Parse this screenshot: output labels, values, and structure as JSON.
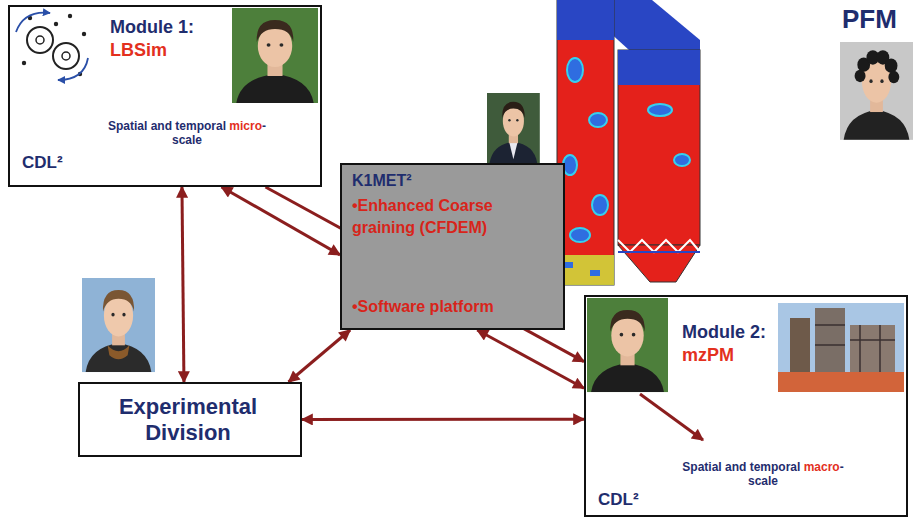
{
  "diagram": {
    "nodes": [
      {
        "text": [
          "Module 1:",
          "LBSim",
          "Spatial and temporal micro-scale",
          "CDL²"
        ]
      },
      {
        "text": [
          "K1MET²",
          "•Enhanced Coarse graining (CFDEM)",
          "•Software platform"
        ]
      },
      {
        "text": [
          "Module 2:",
          "mzPM",
          "Spatial and temporal macro-scale",
          "CDL²"
        ]
      },
      {
        "text": [
          "Experimental Division"
        ]
      }
    ],
    "edges": [
      {
        "from": 0,
        "to": 1,
        "arrow": "both"
      },
      {
        "from": 0,
        "to": 3,
        "arrow": "both"
      },
      {
        "from": 3,
        "to": 1,
        "arrow": "both"
      },
      {
        "from": 3,
        "to": 2,
        "arrow": "both"
      },
      {
        "from": 1,
        "to": 2,
        "arrow": "both"
      },
      {
        "from": 0,
        "to": 2,
        "arrow": "to"
      }
    ],
    "labels": [
      "PFM"
    ]
  }
}
